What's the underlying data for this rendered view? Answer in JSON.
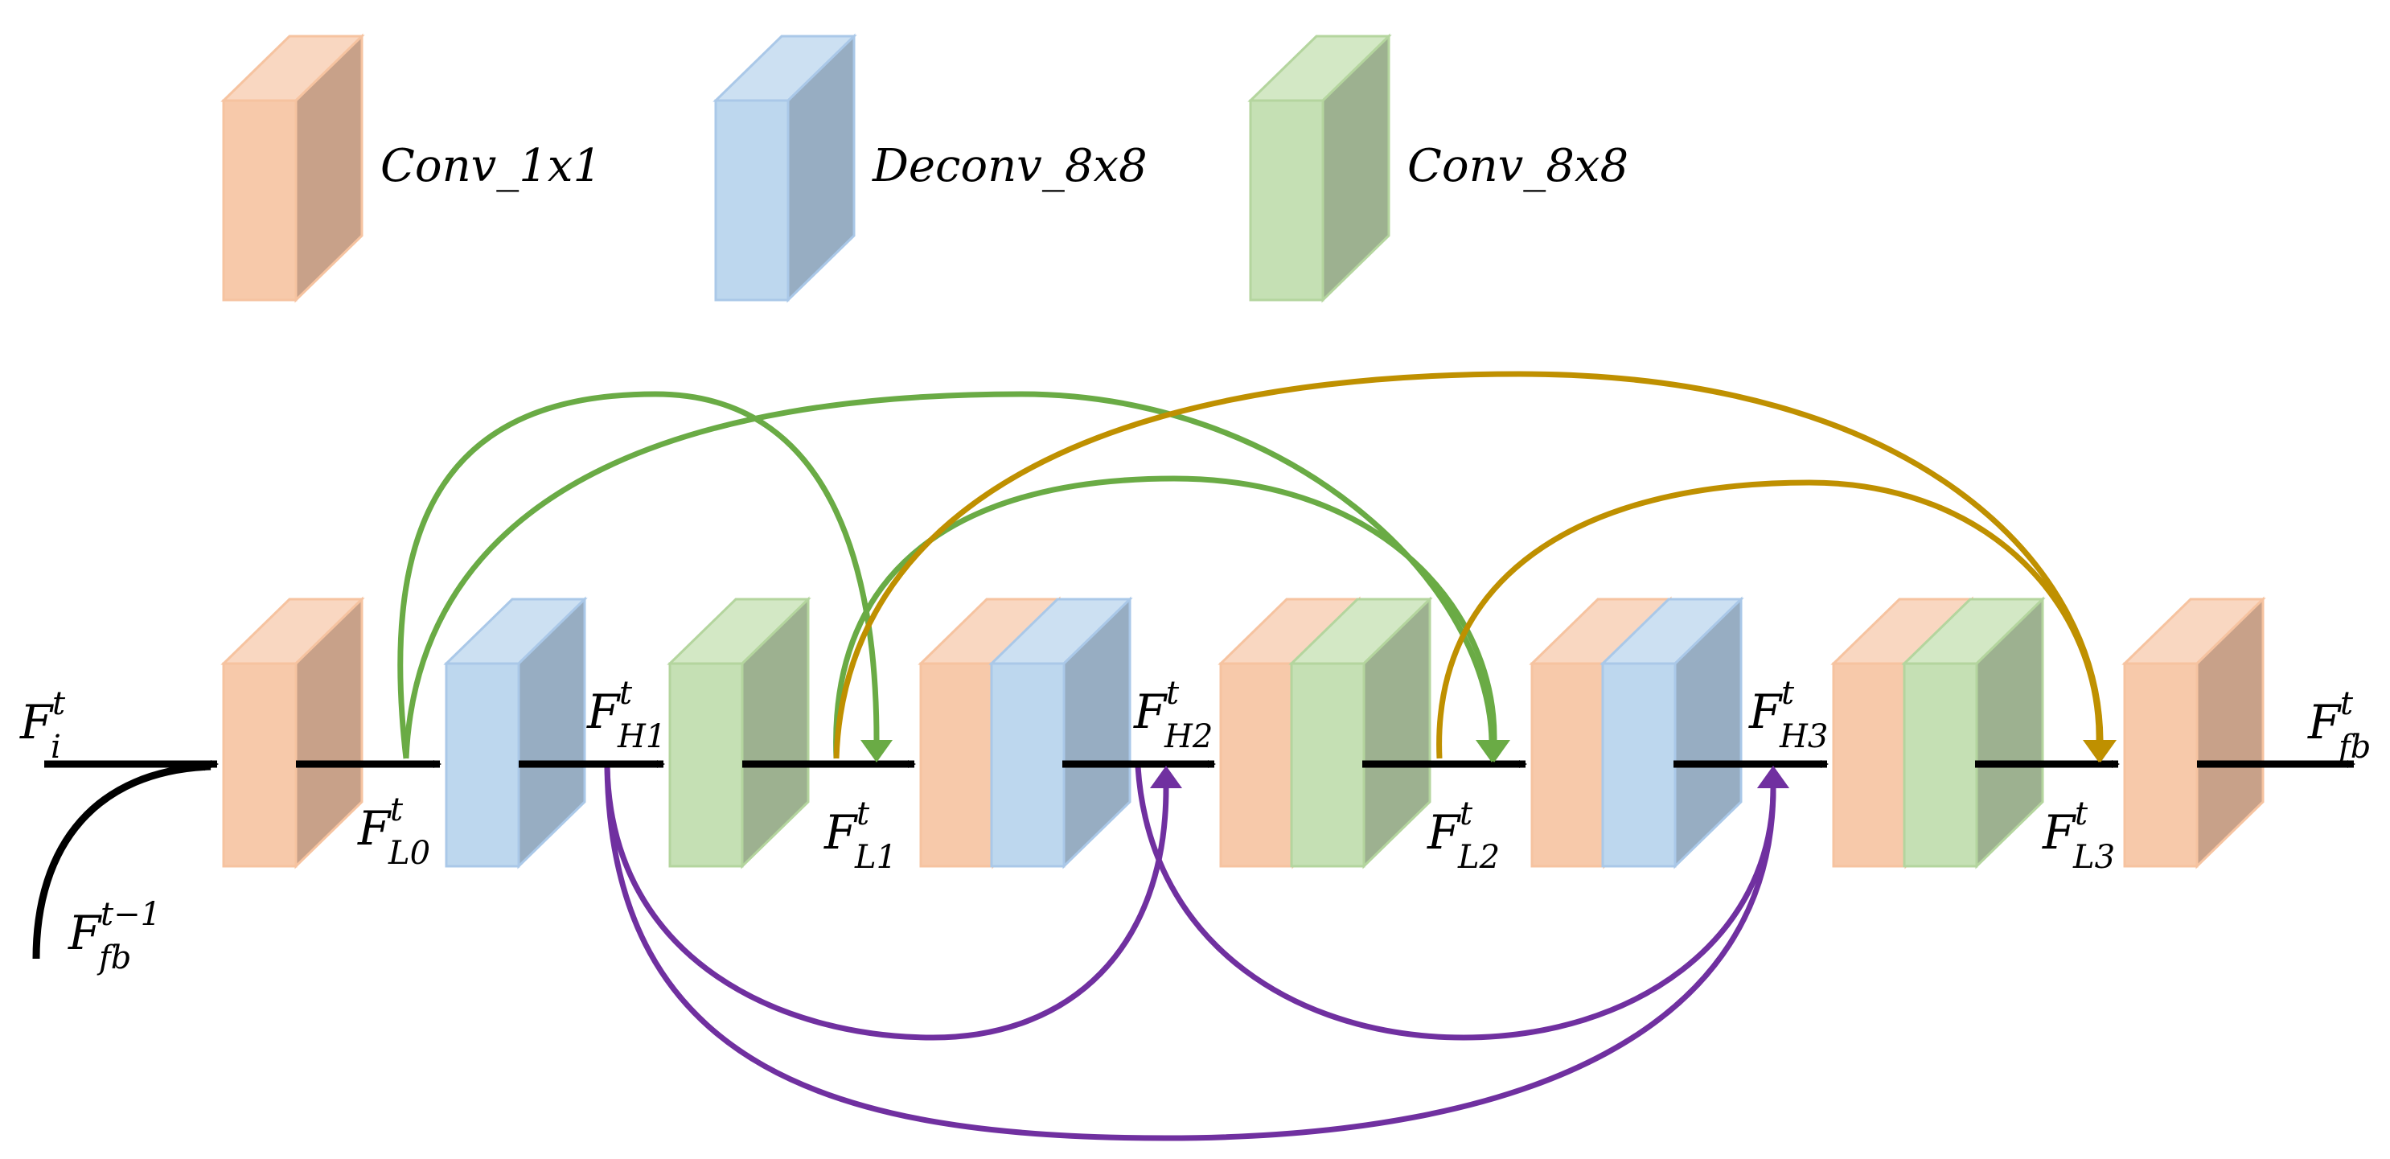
{
  "colors": {
    "conv_1x1": "#f7c9aa",
    "conv_1x1_side": "#c8a189",
    "conv_1x1_top": "#f9d7c1",
    "conv_1x1_edge": "#f6c3a0",
    "deconv_8x8": "#bdd7ee",
    "deconv_8x8_side": "#97adc2",
    "deconv_8x8_top": "#cce0f2",
    "deconv_8x8_edge": "#aac8e8",
    "conv_8x8": "#c5e0b4",
    "conv_8x8_side": "#9db190",
    "conv_8x8_top": "#d3e8c5",
    "conv_8x8_edge": "#b4d59e",
    "arrow_main": "#000000",
    "arrow_green": "#6aab45",
    "arrow_gold": "#bf9000",
    "arrow_purple": "#7030a0"
  },
  "legend": [
    {
      "type": "conv_1x1",
      "label": "Conv_1x1"
    },
    {
      "type": "deconv_8x8",
      "label": "Deconv_8x8"
    },
    {
      "type": "conv_8x8",
      "label": "Conv_8x8"
    }
  ],
  "pipeline_blocks": [
    {
      "id": "conv-1x1-in",
      "layers": [
        "conv_1x1"
      ]
    },
    {
      "id": "deconv-1",
      "layers": [
        "deconv_8x8"
      ]
    },
    {
      "id": "conv-1",
      "layers": [
        "conv_8x8"
      ]
    },
    {
      "id": "conv1x1-deconv-2",
      "layers": [
        "conv_1x1",
        "deconv_8x8"
      ]
    },
    {
      "id": "conv1x1-conv-2",
      "layers": [
        "conv_1x1",
        "conv_8x8"
      ]
    },
    {
      "id": "conv1x1-deconv-3",
      "layers": [
        "conv_1x1",
        "deconv_8x8"
      ]
    },
    {
      "id": "conv1x1-conv-3",
      "layers": [
        "conv_1x1",
        "conv_8x8"
      ]
    },
    {
      "id": "conv-1x1-out",
      "layers": [
        "conv_1x1"
      ]
    }
  ],
  "variables": {
    "f_i_t": {
      "base": "F",
      "sup": "t",
      "sub": "i"
    },
    "f_fb_t1": {
      "base": "F",
      "sup": "t−1",
      "sub": "fb"
    },
    "f_l0": {
      "base": "F",
      "sup": "t",
      "sub": "L0"
    },
    "f_h1": {
      "base": "F",
      "sup": "t",
      "sub": "H1"
    },
    "f_l1": {
      "base": "F",
      "sup": "t",
      "sub": "L1"
    },
    "f_h2": {
      "base": "F",
      "sup": "t",
      "sub": "H2"
    },
    "f_l2": {
      "base": "F",
      "sup": "t",
      "sub": "L2"
    },
    "f_h3": {
      "base": "F",
      "sup": "t",
      "sub": "H3"
    },
    "f_l3": {
      "base": "F",
      "sup": "t",
      "sub": "L3"
    },
    "f_fb_t": {
      "base": "F",
      "sup": "t",
      "sub": "fb"
    }
  },
  "skip_connections": [
    {
      "from": "f_l0",
      "to": "conv1x1-deconv-2",
      "color": "arrow_green"
    },
    {
      "from": "f_l0",
      "to": "conv1x1-deconv-3",
      "color": "arrow_green"
    },
    {
      "from": "f_l1",
      "to": "conv1x1-deconv-3",
      "color": "arrow_green"
    },
    {
      "from": "f_l1",
      "to": "conv-1x1-out",
      "color": "arrow_gold"
    },
    {
      "from": "f_l2",
      "to": "conv-1x1-out",
      "color": "arrow_gold"
    },
    {
      "from": "f_h1",
      "to": "conv1x1-conv-2",
      "color": "arrow_purple"
    },
    {
      "from": "f_h1",
      "to": "conv1x1-conv-3",
      "color": "arrow_purple"
    },
    {
      "from": "f_h2",
      "to": "conv1x1-conv-3",
      "color": "arrow_purple"
    }
  ]
}
